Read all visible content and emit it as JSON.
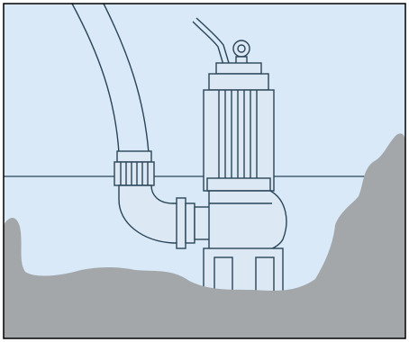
{
  "diagram": {
    "colors": {
      "frame_stroke": "#000000",
      "water_fill": "#d9e9f7",
      "ground_fill": "#a3a7a9",
      "line_stroke": "#2a4458",
      "waterline_stroke": "#2a4458",
      "pump_fill": "#dce9f5"
    },
    "elements": [
      "discharge-hose",
      "hose-coupling",
      "discharge-elbow",
      "pipe-flange",
      "submersible-pump",
      "pump-motor-housing",
      "lifting-eye",
      "power-cable",
      "pump-volute",
      "pump-base-stand",
      "waterline",
      "ground-pit"
    ]
  }
}
